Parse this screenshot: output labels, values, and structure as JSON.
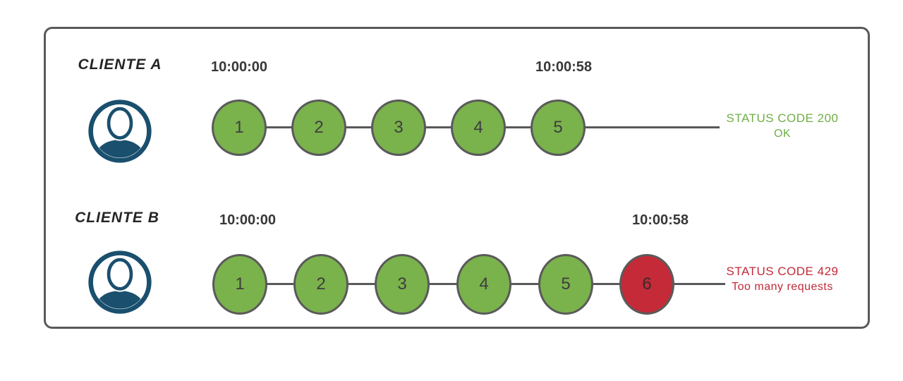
{
  "diagram": {
    "rows": [
      {
        "client_label": "CLIENTE A",
        "start_time": "10:00:00",
        "end_time": "10:00:58",
        "requests": [
          "1",
          "2",
          "3",
          "4",
          "5"
        ],
        "status_line1": "STATUS CODE 200",
        "status_line2": "OK",
        "status_color": "#6fae47"
      },
      {
        "client_label": "CLIENTE B",
        "start_time": "10:00:00",
        "end_time": "10:00:58",
        "requests": [
          "1",
          "2",
          "3",
          "4",
          "5",
          "6"
        ],
        "blocked_request": "6",
        "status_line1": "STATUS CODE 429",
        "status_line2": "Too many requests",
        "status_color": "#c22a38"
      }
    ],
    "colors": {
      "request_ok_fill": "#7ab24c",
      "request_blocked_fill": "#c42a38",
      "circle_border": "#5a5a5a",
      "timeline_line": "#58595b",
      "frame_border": "#58595b",
      "avatar_blue": "#1a4f6e",
      "timestamp_text": "#383838",
      "client_label_text": "#252525"
    }
  }
}
